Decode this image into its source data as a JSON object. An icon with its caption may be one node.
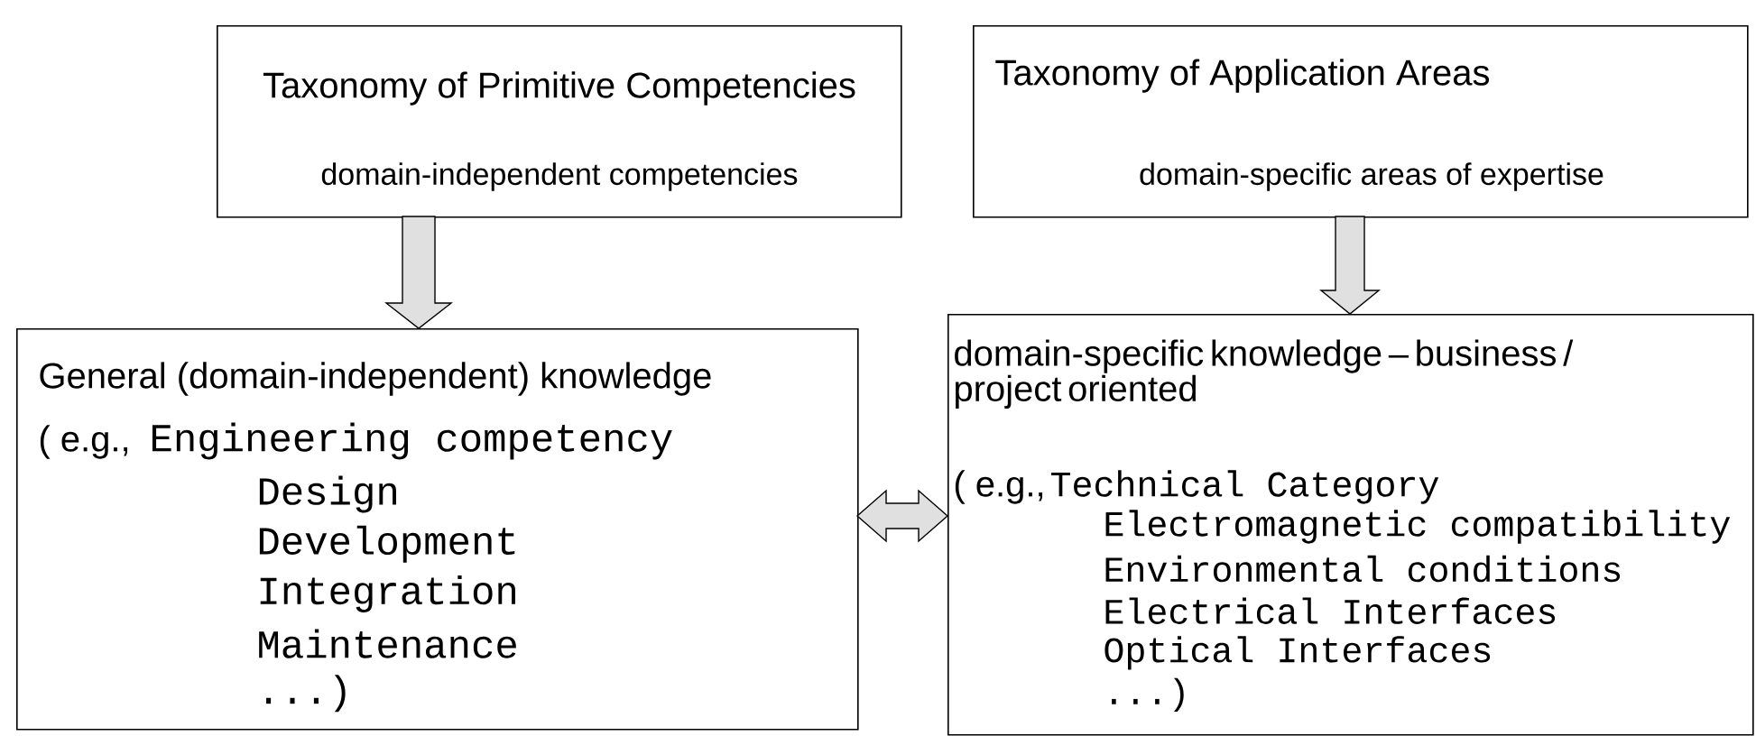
{
  "diagram": {
    "nodes": [
      {
        "text": [
          "Taxonomy of Primitive Competencies",
          "domain-independent competencies"
        ]
      },
      {
        "text": [
          "Taxonomy of Application Areas",
          "domain-specific areas of expertise"
        ]
      },
      {
        "text": [
          "General (domain-independent) knowledge",
          "( e.g.,",
          "Engineering competency",
          "Design",
          "Development",
          "Integration",
          "Maintenance",
          "...)"
        ]
      },
      {
        "text": [
          "domain-specific knowledge – business / project oriented",
          "( e.g.,",
          "Technical Category",
          "Electromagnetic compatibility",
          "Environmental conditions",
          "Electrical Interfaces",
          "Optical Interfaces",
          "...)"
        ]
      }
    ],
    "edges": [
      {
        "from": 0,
        "to": 2,
        "arrow": "to"
      },
      {
        "from": 1,
        "to": 3,
        "arrow": "to"
      },
      {
        "from": 2,
        "to": 3,
        "arrow": "both"
      }
    ]
  }
}
